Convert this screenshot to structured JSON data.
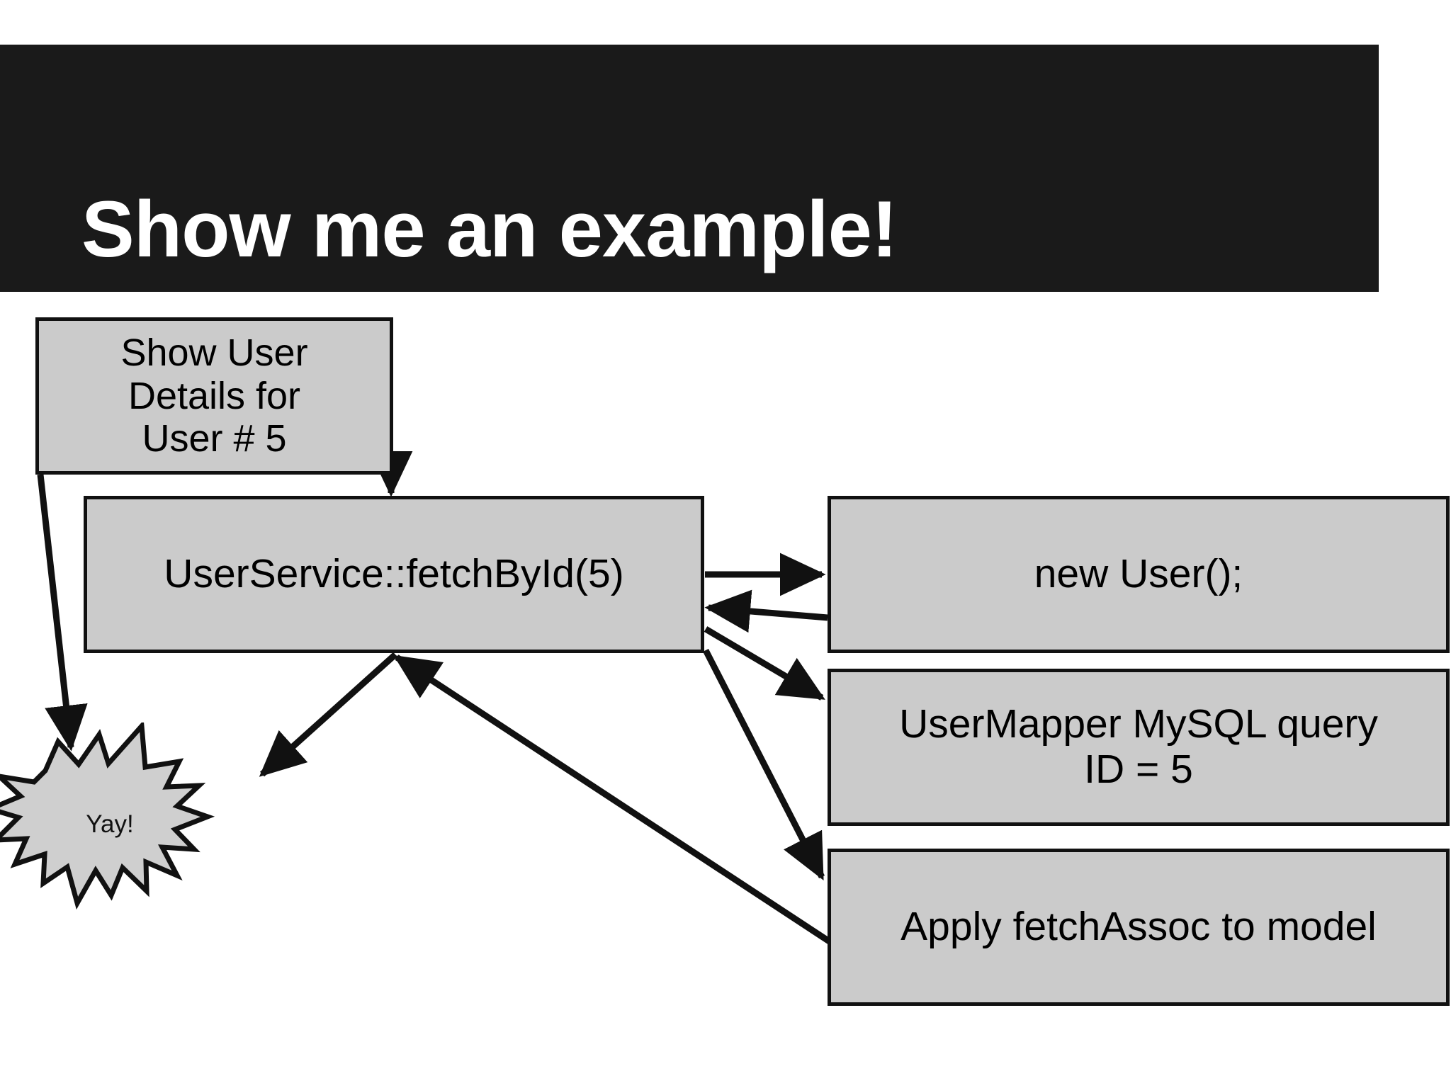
{
  "slide": {
    "title": "Show me an example!",
    "background_color": "#ffffff",
    "title_band_color": "#1a1a1a",
    "title_text_color": "#ffffff",
    "box_fill_color": "#cbcbcb",
    "box_border_color": "#111111"
  },
  "diagram": {
    "type": "flow",
    "nodes": [
      {
        "id": "request",
        "label": "Show User\nDetails for\nUser # 5",
        "shape": "rectangle"
      },
      {
        "id": "service",
        "label": "UserService::fetchById(5)",
        "shape": "rectangle"
      },
      {
        "id": "newuser",
        "label": "new User();",
        "shape": "rectangle"
      },
      {
        "id": "mapper",
        "label": "UserMapper MySQL query\nID = 5",
        "shape": "rectangle"
      },
      {
        "id": "assoc",
        "label": "Apply fetchAssoc to model",
        "shape": "rectangle"
      },
      {
        "id": "yay",
        "label": "Yay!",
        "shape": "starburst"
      }
    ],
    "edges": [
      {
        "from": "request",
        "to": "service",
        "direction": "one-way"
      },
      {
        "from": "request",
        "to": "yay",
        "direction": "one-way"
      },
      {
        "from": "service",
        "to": "newuser",
        "direction": "one-way"
      },
      {
        "from": "newuser",
        "to": "service",
        "direction": "one-way"
      },
      {
        "from": "service",
        "to": "mapper",
        "direction": "one-way"
      },
      {
        "from": "service",
        "to": "assoc",
        "direction": "one-way"
      },
      {
        "from": "assoc",
        "to": "service",
        "direction": "one-way"
      },
      {
        "from": "service",
        "to": "yay",
        "direction": "one-way"
      }
    ]
  },
  "nodes": {
    "request": {
      "line1": "Show User",
      "line2": "Details for",
      "line3": "User # 5"
    },
    "service": {
      "text": "UserService::fetchById(5)"
    },
    "newuser": {
      "text": "new User();"
    },
    "mapper": {
      "line1": "UserMapper MySQL query",
      "line2": "ID = 5"
    },
    "assoc": {
      "text": "Apply fetchAssoc to model"
    },
    "yay": {
      "text": "Yay!"
    }
  }
}
